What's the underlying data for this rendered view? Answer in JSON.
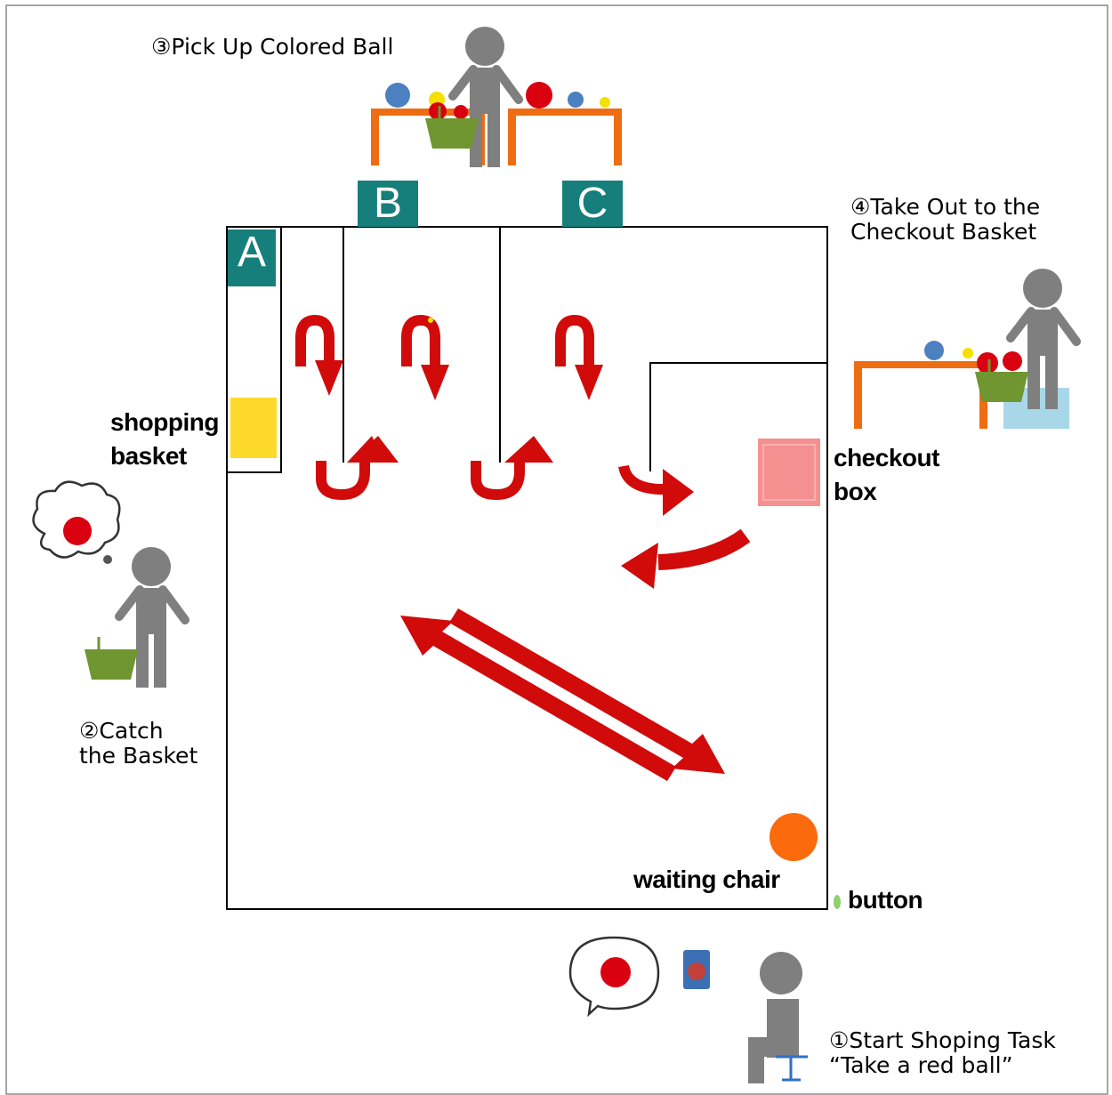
{
  "zones": {
    "a": "A",
    "b": "B",
    "c": "C"
  },
  "steps": {
    "start": "①Start Shoping Task\n“Take a red ball”",
    "catch": "②Catch\nthe Basket",
    "pick": "③Pick Up Colored Ball",
    "take_out": "④Take Out to the\nCheckout Basket"
  },
  "labels": {
    "shopping_basket": "shopping\nbasket",
    "checkout_box": "checkout\nbox",
    "waiting_chair": "waiting chair",
    "button": "button"
  },
  "colors": {
    "arrow": "#d10a0a",
    "person": "#7f7f7f",
    "basket": "#6f9630",
    "shelf": "#ee6d13",
    "zone_tag": "#167f7b",
    "shopping_basket": "#fdd92b",
    "checkout_box": "#f59090",
    "waiting_chair": "#fb6a0c",
    "button": "#8fd16a",
    "red_ball": "#d90010",
    "blue_ball": "#4d80c0",
    "yellow_ball": "#f5e000"
  }
}
